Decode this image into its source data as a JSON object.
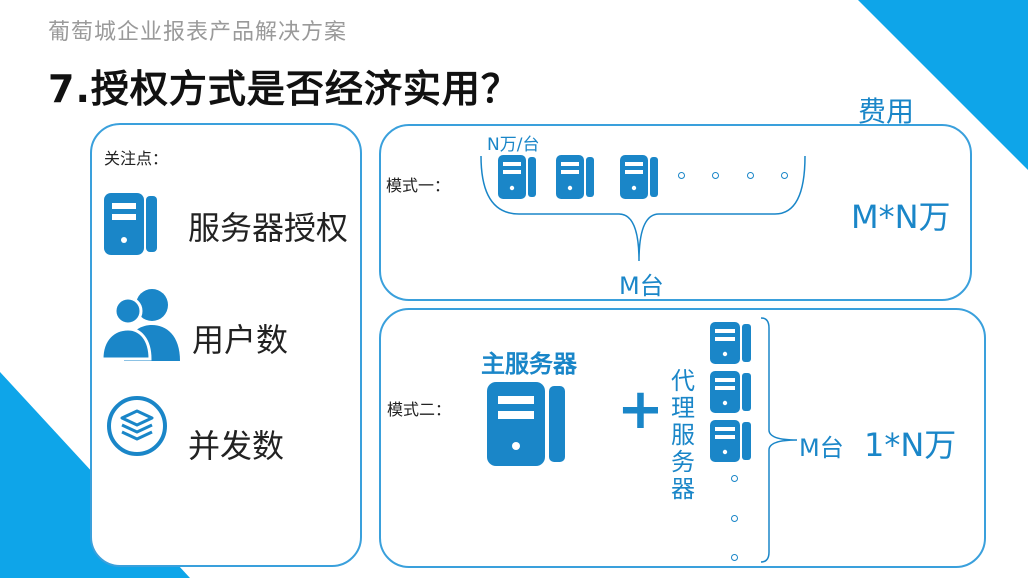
{
  "slide": {
    "subtitle": "葡萄城企业报表产品解决方案",
    "title": "7.授权方式是否经济实用？",
    "fee_label": "费用"
  },
  "left_panel": {
    "heading": "关注点：",
    "items": [
      {
        "label": "服务器授权",
        "icon": "server-icon"
      },
      {
        "label": "用户数",
        "icon": "users-icon"
      },
      {
        "label": "并发数",
        "icon": "layers-icon"
      }
    ]
  },
  "mode1": {
    "label": "模式一：",
    "per_unit": "N万/台",
    "count": "M台",
    "cost": "M*N万"
  },
  "mode2": {
    "label": "模式二：",
    "main_server": "主服务器",
    "plus": "+",
    "proxy_server": "代理服务器",
    "count": "M台",
    "cost": "1*N万"
  },
  "colors": {
    "accent": "#1a86c8",
    "panel_border": "#3aa0dc",
    "corner": "#0ea5e9"
  }
}
